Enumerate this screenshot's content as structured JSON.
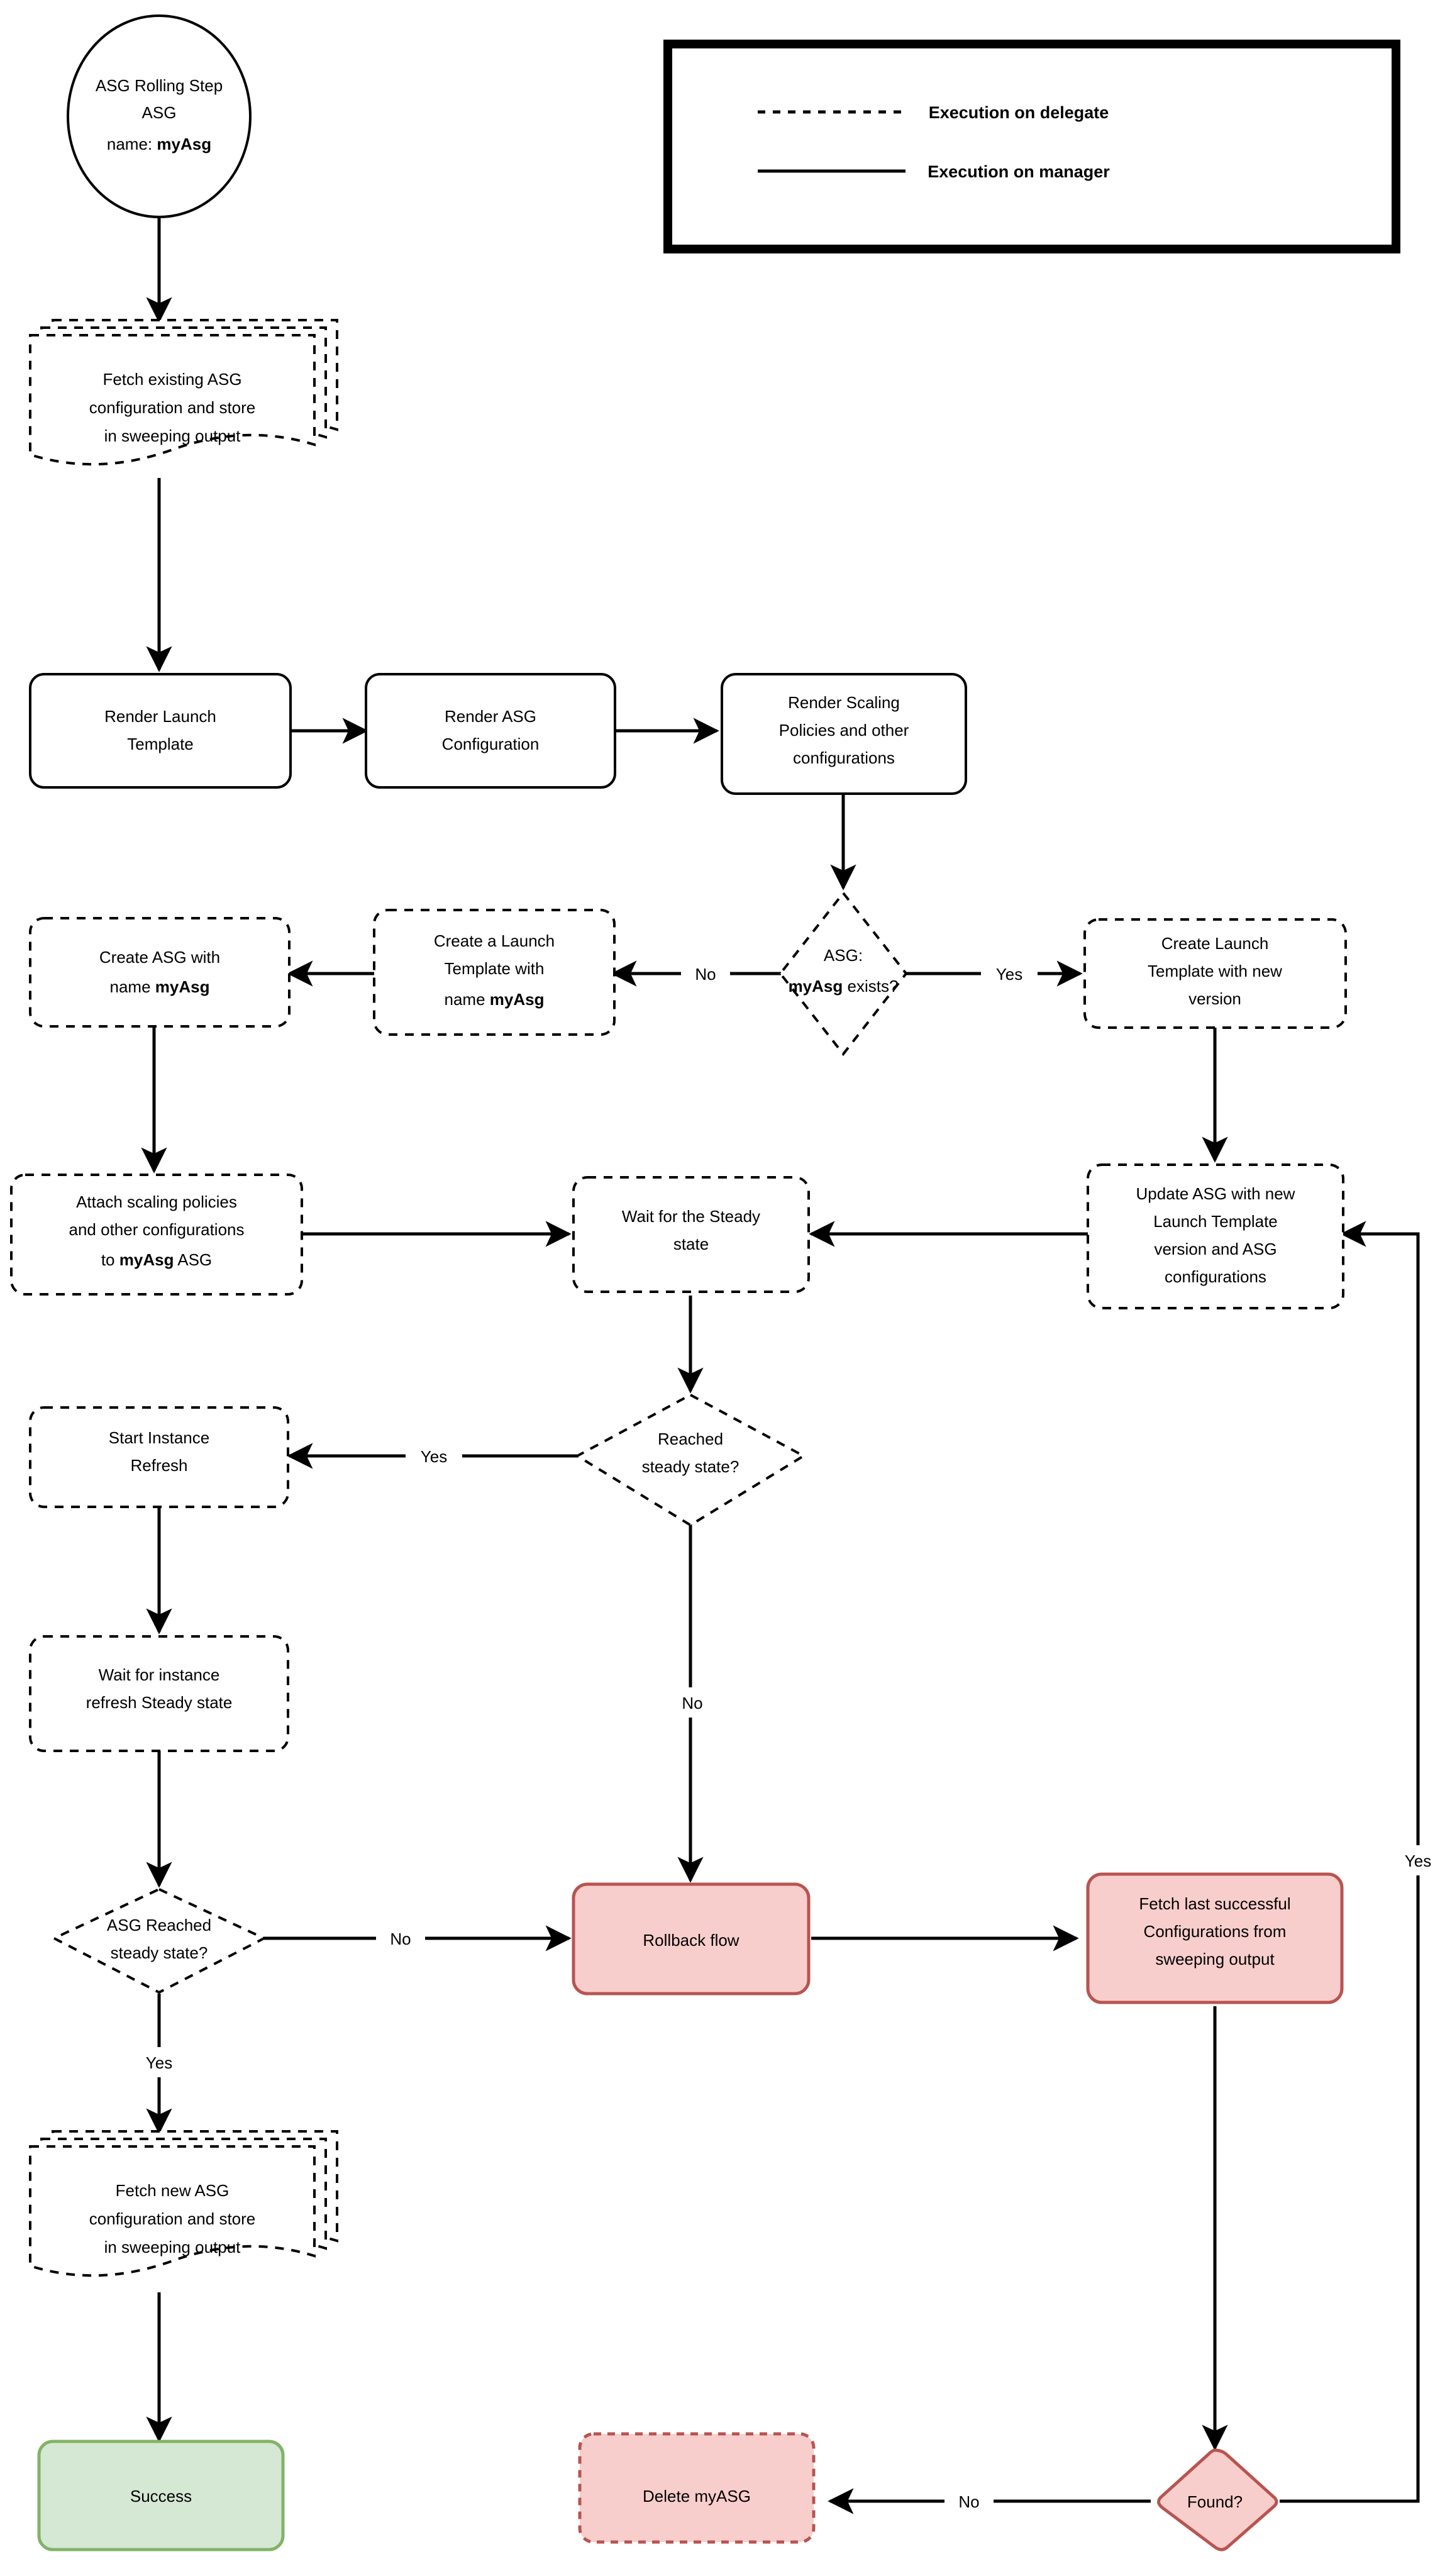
{
  "diagram": {
    "title": "ASG Rolling Step flowchart",
    "colors": {
      "stroke": "#000000",
      "background": "#ffffff",
      "error_fill": "#f8cecc",
      "error_stroke": "#b85450",
      "success_fill": "#d5e8d4",
      "success_stroke": "#82b366"
    }
  },
  "legend": {
    "items": [
      {
        "style": "dashed",
        "label": "Execution on delegate"
      },
      {
        "style": "solid",
        "label": "Execution on manager"
      }
    ]
  },
  "nodes": {
    "start": {
      "shape": "ellipse",
      "line1": "ASG Rolling Step",
      "line2": "ASG",
      "line3_prefix": "name: ",
      "line3_bold": "myAsg"
    },
    "fetch_existing": {
      "shape": "multi-document",
      "border": "dashed",
      "lines": [
        "Fetch existing ASG",
        "configuration and store",
        "in sweeping output"
      ]
    },
    "render_launch_template": {
      "shape": "rounded-rect",
      "border": "solid",
      "lines": [
        "Render Launch",
        "Template"
      ]
    },
    "render_asg_config": {
      "shape": "rounded-rect",
      "border": "solid",
      "lines": [
        "Render ASG",
        "Configuration"
      ]
    },
    "render_scaling_policies": {
      "shape": "rounded-rect",
      "border": "solid",
      "lines": [
        "Render Scaling",
        "Policies and other",
        "configurations"
      ]
    },
    "asg_exists_decision": {
      "shape": "diamond",
      "border": "dashed",
      "line1": "ASG:",
      "line2_bold": "myAsg",
      "line2_rest": " exists?"
    },
    "create_launch_template_new_version": {
      "shape": "rounded-rect",
      "border": "dashed",
      "lines": [
        "Create Launch",
        "Template with new",
        "version"
      ]
    },
    "create_launch_template_named": {
      "shape": "rounded-rect",
      "border": "dashed",
      "line1": "Create a Launch",
      "line2": "Template with",
      "line3_prefix": "name ",
      "line3_bold": "myAsg"
    },
    "create_asg": {
      "shape": "rounded-rect",
      "border": "dashed",
      "line1": "Create ASG with",
      "line2_prefix": "name ",
      "line2_bold": "myAsg"
    },
    "attach_scaling_policies": {
      "shape": "rounded-rect",
      "border": "dashed",
      "line1": "Attach scaling policies",
      "line2": "and other configurations",
      "line3_prefix": "to ",
      "line3_bold": "myAsg",
      "line3_suffix": " ASG"
    },
    "wait_steady_state": {
      "shape": "rounded-rect",
      "border": "dashed",
      "lines": [
        "Wait for the Steady",
        "state"
      ]
    },
    "update_asg": {
      "shape": "rounded-rect",
      "border": "dashed",
      "lines": [
        "Update ASG with new",
        "Launch Template",
        "version and ASG",
        "configurations"
      ]
    },
    "reached_steady_state_decision": {
      "shape": "diamond",
      "border": "dashed",
      "lines": [
        "Reached",
        "steady state?"
      ]
    },
    "start_instance_refresh": {
      "shape": "rounded-rect",
      "border": "dashed",
      "lines": [
        "Start Instance",
        "Refresh"
      ]
    },
    "wait_instance_refresh": {
      "shape": "rounded-rect",
      "border": "dashed",
      "lines": [
        "Wait for instance",
        "refresh Steady state"
      ]
    },
    "asg_reached_steady_state_decision": {
      "shape": "diamond",
      "border": "dashed",
      "lines": [
        "ASG Reached",
        "steady state?"
      ]
    },
    "rollback_flow": {
      "shape": "rounded-rect",
      "border": "solid",
      "fill": "error",
      "lines": [
        "Rollback flow"
      ]
    },
    "fetch_last_successful": {
      "shape": "rounded-rect",
      "border": "solid",
      "fill": "error",
      "lines": [
        "Fetch last successful",
        "Configurations from",
        "sweeping output"
      ]
    },
    "fetch_new_asg": {
      "shape": "multi-document",
      "border": "dashed",
      "lines": [
        "Fetch new ASG",
        "configuration and store",
        "in sweeping output"
      ]
    },
    "success": {
      "shape": "rounded-rect",
      "border": "solid",
      "fill": "success",
      "lines": [
        "Success"
      ]
    },
    "delete_myasg": {
      "shape": "rounded-rect",
      "border": "dashed",
      "fill": "error",
      "lines": [
        "Delete myASG"
      ]
    },
    "found_decision": {
      "shape": "diamond",
      "border": "solid",
      "fill": "error",
      "lines": [
        "Found?"
      ]
    }
  },
  "edge_labels": {
    "asg_exists_no": "No",
    "asg_exists_yes": "Yes",
    "reached_steady_yes": "Yes",
    "reached_steady_no": "No",
    "asg_reached_no": "No",
    "asg_reached_yes": "Yes",
    "found_no": "No",
    "found_yes": "Yes"
  }
}
